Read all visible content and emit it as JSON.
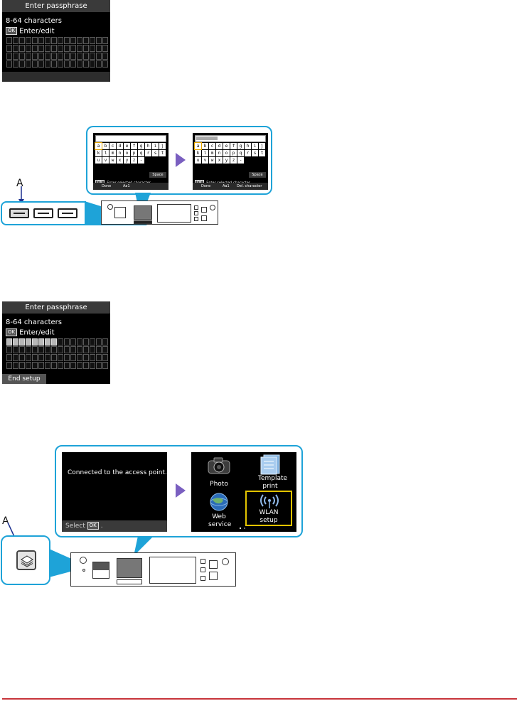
{
  "screen1": {
    "title": "Enter passphrase",
    "line1": "8-64 characters",
    "ok_label": "OK",
    "line2": "Enter/edit"
  },
  "keyboard_left": {
    "rows": [
      [
        "a",
        "b",
        "c",
        "d",
        "e",
        "f",
        "g",
        "h",
        "i",
        "j"
      ],
      [
        "k",
        "l",
        "m",
        "n",
        "o",
        "p",
        "q",
        "r",
        "s",
        "t"
      ],
      [
        "u",
        "v",
        "w",
        "x",
        "y",
        "z",
        "-",
        "",
        "",
        ""
      ]
    ],
    "space_label": "Space",
    "info": "Enter selected character",
    "ok_label": "OK",
    "done_label": "Done",
    "case_label": "Aa1"
  },
  "keyboard_right": {
    "rows": [
      [
        "a",
        "b",
        "c",
        "d",
        "e",
        "f",
        "g",
        "h",
        "i",
        "j"
      ],
      [
        "k",
        "l",
        "m",
        "n",
        "o",
        "p",
        "q",
        "r",
        "s",
        "t"
      ],
      [
        "u",
        "v",
        "w",
        "x",
        "y",
        "z",
        "-",
        "",
        "",
        ""
      ]
    ],
    "space_label": "Space",
    "info": "Enter selected character",
    "ok_label": "OK",
    "done_label": "Done",
    "case_label": "Aa1",
    "delete_label": "Del. character"
  },
  "callout_label_1": "A",
  "screen2": {
    "title": "Enter passphrase",
    "line1": "8-64 characters",
    "ok_label": "OK",
    "line2": "Enter/edit",
    "end_setup": "End setup",
    "filled_cells": 8
  },
  "connected_screen": {
    "message": "Connected to the access point.",
    "select_label": "Select",
    "ok_label": "OK",
    "period": "."
  },
  "home_menu": {
    "items": [
      {
        "label": "Photo",
        "icon": "camera-icon"
      },
      {
        "label": "Template print",
        "icon": "template-icon"
      },
      {
        "label": "Web service",
        "icon": "globe-icon"
      },
      {
        "label": "WLAN setup",
        "icon": "wireless-icon"
      }
    ]
  },
  "callout_label_2": "A",
  "colors": {
    "callout_border": "#1ea3d8",
    "arrow": "#7a5fc0",
    "highlight": "#e3c400",
    "footer_line": "#c8343a"
  }
}
